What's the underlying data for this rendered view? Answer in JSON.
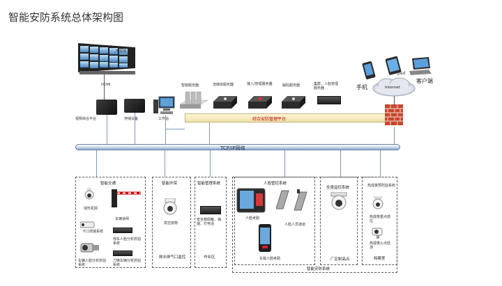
{
  "title": "智能安防系统总体架构图",
  "video_wall": {
    "label": "电视墙"
  },
  "left_devices": [
    {
      "id": "video-platform",
      "label": "视频综合平台"
    },
    {
      "id": "storage",
      "label": "存储设备"
    },
    {
      "id": "workstation",
      "label": "工作站"
    }
  ],
  "servers": [
    {
      "id": "smart",
      "label": "智能服务器"
    },
    {
      "id": "stream",
      "label": "流媒体服务器"
    },
    {
      "id": "access",
      "label": "接入/管理服务器"
    },
    {
      "id": "decode",
      "label": "解码服务器"
    },
    {
      "id": "face",
      "label": "集群、人脸管理\n服务器"
    }
  ],
  "platform_label": "综合安防管理平台",
  "bus_label": "TCP/IP网络",
  "internet": {
    "cloud_label": "Internet",
    "phone_label": "手机",
    "pad_label": "pad",
    "client_label": "客户端"
  },
  "subsystems": {
    "traffic": {
      "title": "智能交通",
      "items": [
        "球形机网",
        "车辆道闸",
        "卡口测速系统",
        "停车人脸分析抓拍系统",
        "车辆人脸分析抓拍系统",
        "刀锋车辆分析抓拍系统"
      ]
    },
    "environment": {
      "title": "智能环保",
      "items": [
        "高空抛物",
        "排水排气口监控"
      ]
    },
    "manage": {
      "title": "智能管理系统",
      "items": [
        "安全帽佩戴、抽烟、打电话",
        "作业区"
      ]
    },
    "face": {
      "title": "人脸管控系统",
      "items": [
        "人脸考勤",
        "人脸人员通道",
        "车载人脸考勤"
      ]
    },
    "panorama": {
      "title": "全景监控系统",
      "items": [
        "厂区制高点"
      ]
    },
    "thermal": {
      "title": "热成像预防监系统",
      "items": [
        "热成像重点部位",
        "热成像火点检测",
        "档案室"
      ]
    }
  },
  "bottom_label": "智能安防系统"
}
